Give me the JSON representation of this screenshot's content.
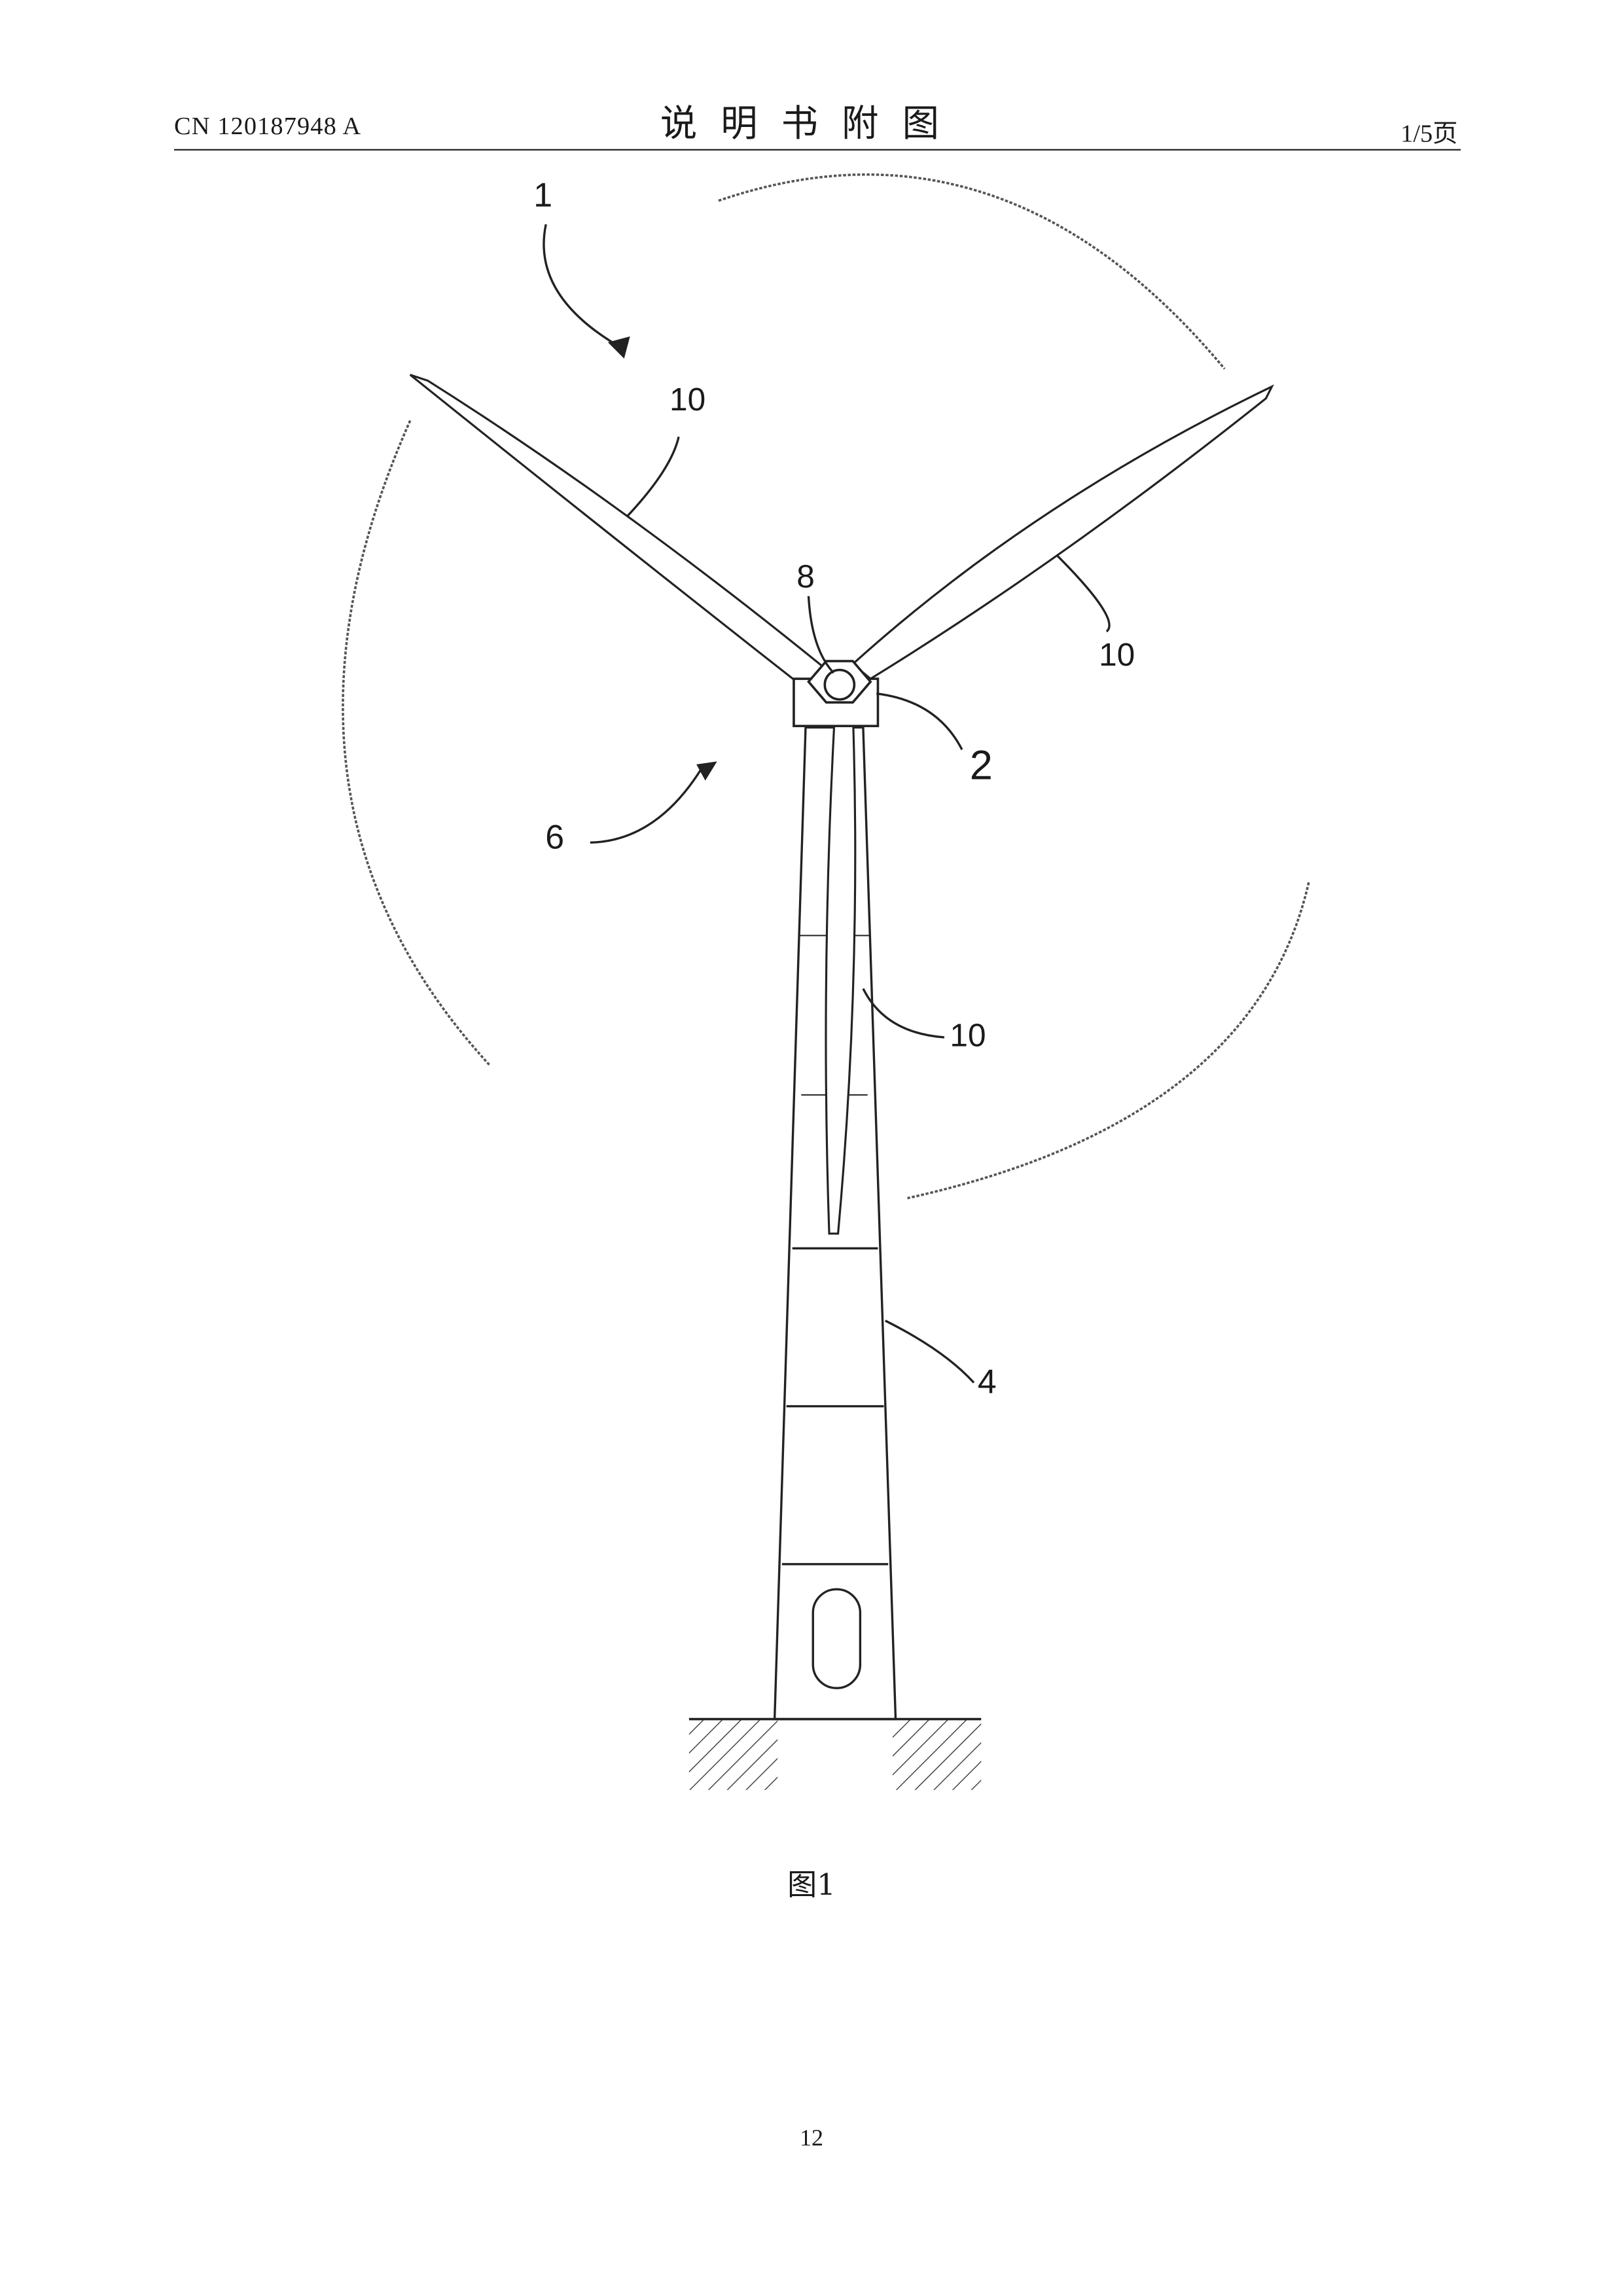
{
  "header": {
    "publication_number": "CN 120187948 A",
    "title": "说明书附图",
    "page_of": "1/5页"
  },
  "figure": {
    "reference_labels": {
      "wind_turbine": "1",
      "nacelle": "2",
      "tower": "4",
      "rotor": "6",
      "hub": "8",
      "blade_left": "10",
      "blade_right": "10",
      "blade_down": "10"
    },
    "caption": "图1"
  },
  "footer": {
    "page_number": "12"
  }
}
